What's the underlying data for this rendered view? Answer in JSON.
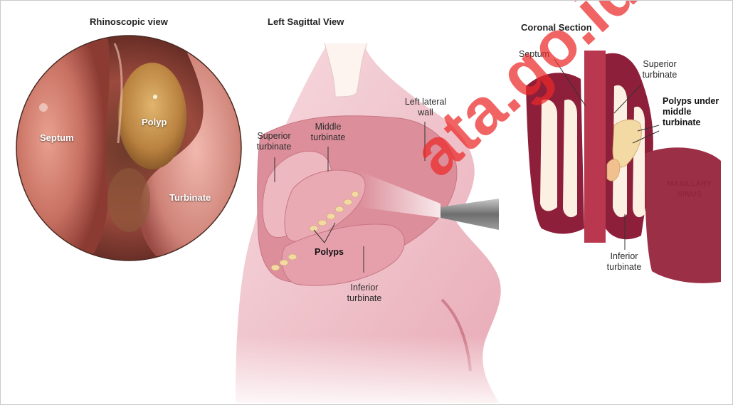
{
  "titles": {
    "rhinoscopic": "Rhinoscopic view",
    "sagittal": "Left Sagittal View",
    "coronal": "Coronal Section"
  },
  "rhinoscopic_labels": {
    "septum": "Septum",
    "polyp": "Polyp",
    "turbinate": "Turbinate"
  },
  "sagittal_labels": {
    "superior_turbinate": [
      "Superior",
      "turbinate"
    ],
    "middle_turbinate": [
      "Middle",
      "turbinate"
    ],
    "left_lateral_wall": [
      "Left lateral",
      "wall"
    ],
    "polyps": "Polyps",
    "inferior_turbinate": [
      "Inferior",
      "turbinate"
    ]
  },
  "coronal_labels": {
    "septum": "Septum",
    "superior_turbinate": [
      "Superior",
      "turbinate"
    ],
    "polyps_under_middle_turbinate": [
      "Polyps under",
      "middle",
      "turbinate"
    ],
    "maxillary_sinus": [
      "MAXILLARY",
      "SINUS"
    ],
    "inferior_turbinate": [
      "Inferior",
      "turbinate"
    ]
  },
  "watermark": "ata.go.id",
  "colors": {
    "tissue_pink": "#e9a9b1",
    "mucosa_red": "#8e1f3a",
    "polyp_yellow": "#f3d9a3",
    "bone_cream": "#fbf0e2",
    "watermark_red": "#e82828"
  }
}
